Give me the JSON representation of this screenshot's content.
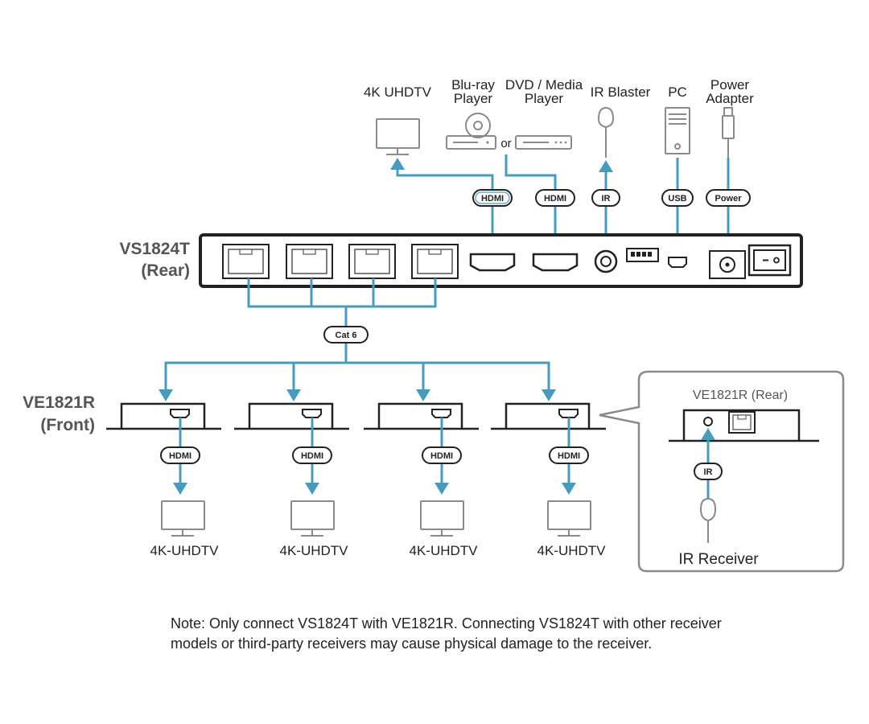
{
  "top_devices": {
    "uhdtv": "4K UHDTV",
    "bluray_line1": "Blu-ray",
    "bluray_line2": "Player",
    "dvd_line1": "DVD / Media",
    "dvd_line2": "Player",
    "or": "or",
    "ir_blaster": "IR Blaster",
    "pc": "PC",
    "power_line1": "Power",
    "power_line2": "Adapter"
  },
  "cable_labels": {
    "hdmi": "HDMI",
    "ir": "IR",
    "usb": "USB",
    "power": "Power",
    "cat6": "Cat 6"
  },
  "transmitter": {
    "name": "VS1824T",
    "side": "(Rear)"
  },
  "receivers": {
    "name": "VE1821R",
    "side": "(Front)",
    "display_label": "4K-UHDTV"
  },
  "inset": {
    "title": "VE1821R (Rear)",
    "ir_label": "IR",
    "receiver_label": "IR Receiver"
  },
  "note": {
    "line1": "Note: Only connect VS1824T with VE1821R. Connecting VS1824T with other receiver",
    "line2": "models or third-party receivers may cause physical damage to the receiver."
  },
  "colors": {
    "cable": "#4a9bbb",
    "device_outline": "#8a8a8a",
    "chassis": "#222222"
  }
}
